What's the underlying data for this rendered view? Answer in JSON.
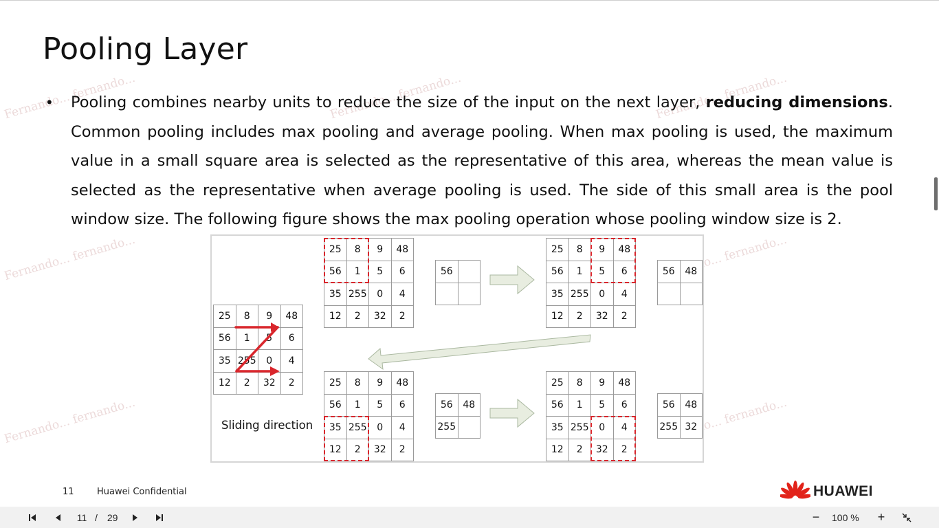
{
  "slide": {
    "title": "Pooling Layer",
    "bullet": {
      "part1": "Pooling combines nearby units to reduce the size of the input on the next layer, ",
      "bold": "reducing dimensions",
      "part2": ". Common pooling includes max pooling and average pooling. When max pooling is used, the maximum value in a small square area is selected as the representative of this area, whereas the mean value is selected as the representative when average pooling is used. The side of this small area is the pool window size. The following figure shows the max pooling operation whose pooling window size is 2."
    },
    "watermark": "Fernando... fernando...",
    "figure": {
      "caption": "Sliding direction",
      "input_matrix": [
        [
          25,
          8,
          9,
          48
        ],
        [
          56,
          1,
          5,
          6
        ],
        [
          35,
          255,
          0,
          4
        ],
        [
          12,
          2,
          32,
          2
        ]
      ],
      "step1_output": [
        [
          "56",
          ""
        ],
        [
          "",
          ""
        ]
      ],
      "step2_output": [
        [
          "56",
          "48"
        ],
        [
          "",
          ""
        ]
      ],
      "step3_output": [
        [
          "56",
          "48"
        ],
        [
          "255",
          ""
        ]
      ],
      "step4_output": [
        [
          "56",
          "48"
        ],
        [
          "255",
          "32"
        ]
      ]
    },
    "footer": {
      "page_number": "11",
      "confidential": "Huawei Confidential",
      "brand": "HUAWEI"
    },
    "colors": {
      "window_border": "#d9262c",
      "arrow_fill": "#e8ede0",
      "logo_red": "#e2231a"
    }
  },
  "viewer": {
    "current_page": "11",
    "separator": "/",
    "total_pages": "29",
    "zoom": "100 %",
    "zoom_out": "−",
    "zoom_in": "+"
  }
}
